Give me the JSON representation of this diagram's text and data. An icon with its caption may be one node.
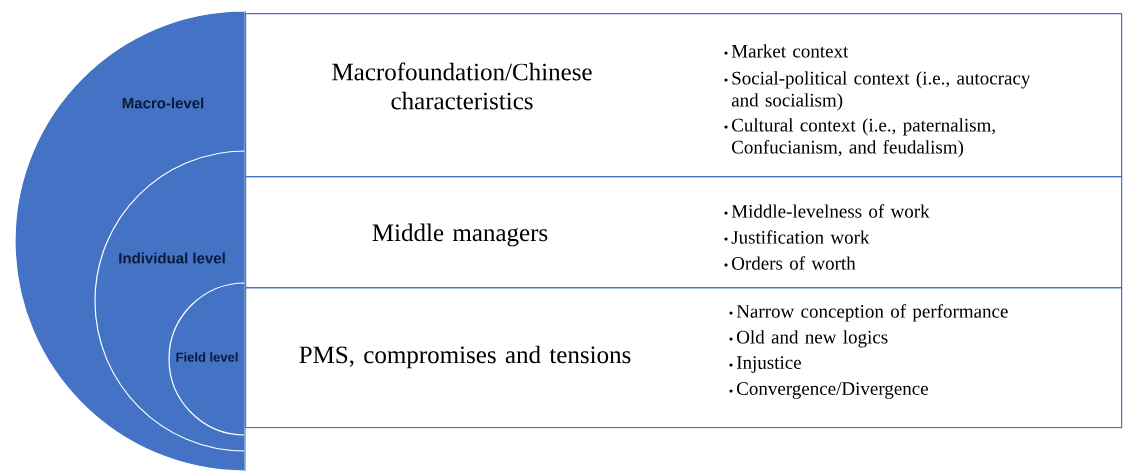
{
  "diagram": {
    "nodes": [
      {
        "text": [
          "Macro-level"
        ]
      },
      {
        "text": [
          "Individual level"
        ],
        "in": 0
      },
      {
        "text": [
          "Field level"
        ],
        "in": 1
      },
      {
        "text": [
          "Macrofoundation/Chinese characteristics",
          "Market context",
          "Social-political context (i.e., autocracy and socialism)",
          "Cultural context (i.e., paternalism, Confucianism, and feudalism)"
        ]
      },
      {
        "text": [
          "Middle managers",
          "Middle-levelness of work",
          "Justification work",
          "Orders of worth"
        ]
      },
      {
        "text": [
          "PMS, compromises and tensions",
          "Narrow conception of performance",
          "Old and new logics",
          "Injustice",
          "Convergence/Divergence"
        ]
      }
    ]
  }
}
